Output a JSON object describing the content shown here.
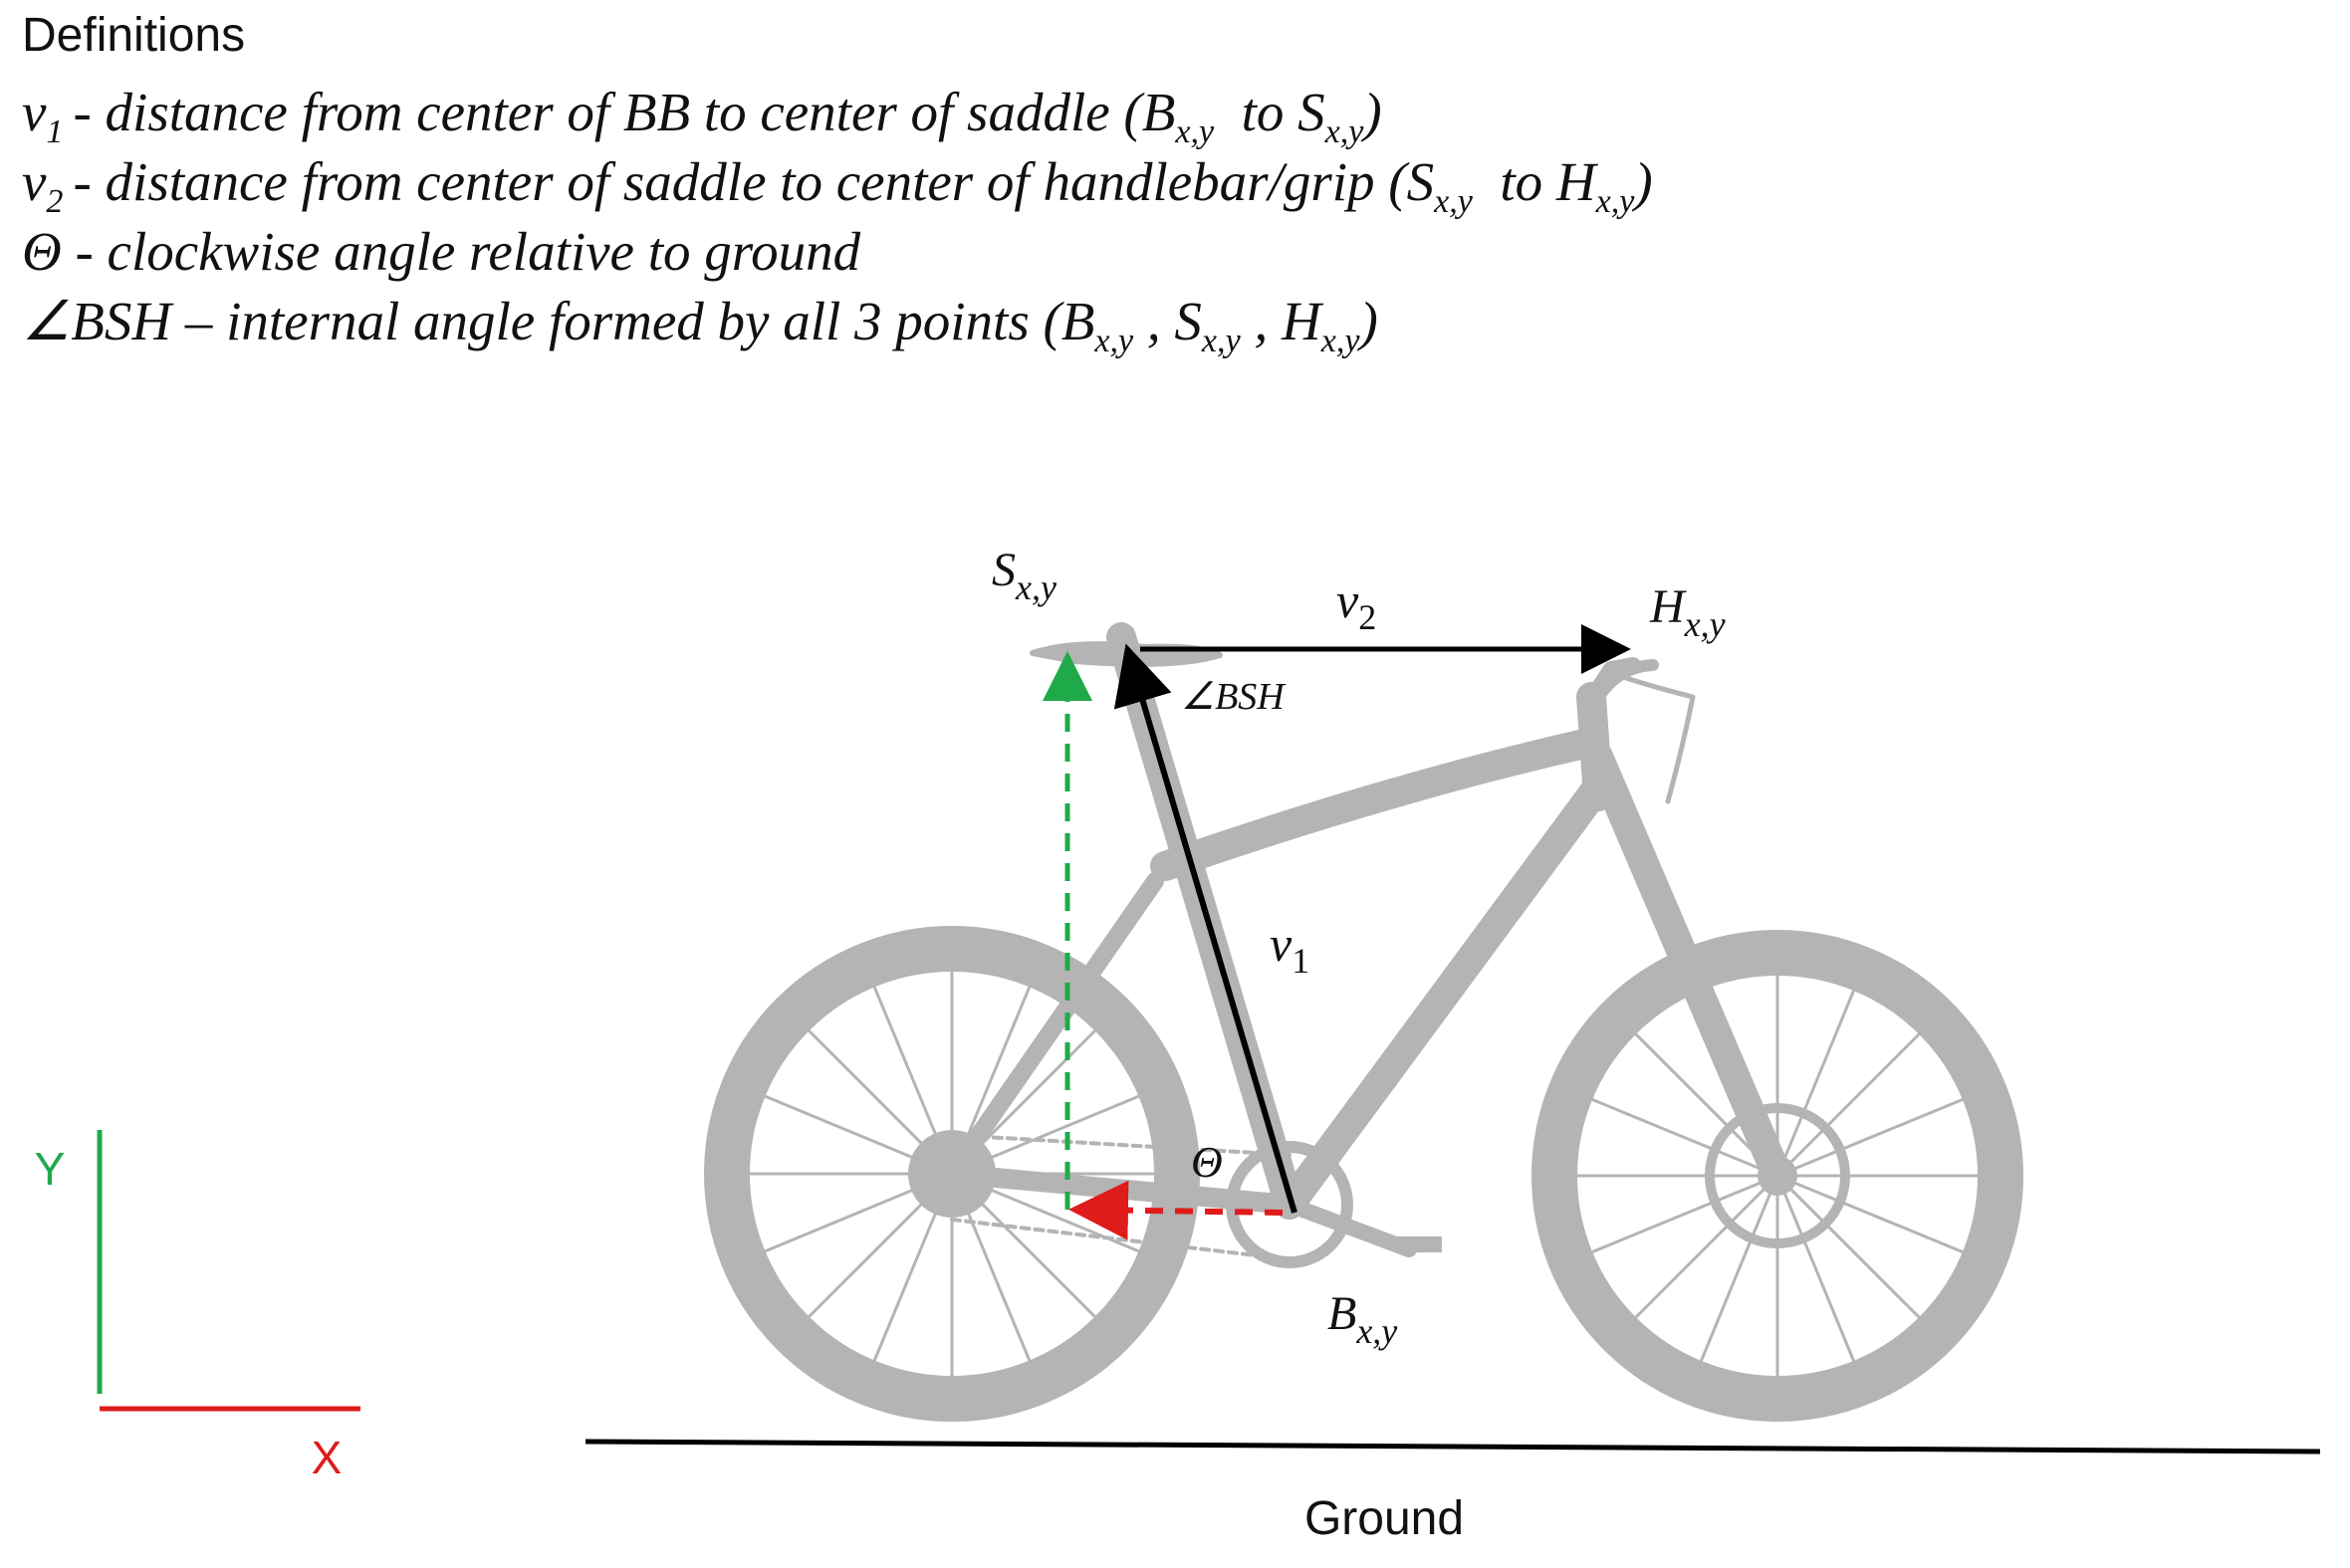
{
  "definitions": {
    "title": "Definitions",
    "rows": [
      {
        "symbol": "v",
        "sub": "1",
        "text": "- distance from center of BB to center of saddle (B",
        "p1": "x,y",
        "mid": "to S",
        "p2": "x,y",
        "end": ")"
      },
      {
        "symbol": "v",
        "sub": "2",
        "text": "- distance from center of saddle to center of handlebar/grip (S",
        "p1": "x,y",
        "mid": "to H",
        "p2": "x,y",
        "end": ")"
      },
      {
        "text": "Θ -  clockwise angle relative to ground"
      },
      {
        "text": "∠BSH – internal angle formed by all 3 points (B",
        "p1": "x,y",
        "mid": ", S",
        "p2": "x,y",
        "mid2": ", H",
        "p3": "x,y",
        "end": ")"
      }
    ]
  },
  "diagram": {
    "saddle_point": {
      "base": "S",
      "sub": "x,y"
    },
    "handlebar_point": {
      "base": "H",
      "sub": "x,y"
    },
    "bb_point": {
      "base": "B",
      "sub": "x,y"
    },
    "v1_label": {
      "base": "v",
      "sub": "1"
    },
    "v2_label": {
      "base": "v",
      "sub": "2"
    },
    "angle_bsh_label": "∠BSH",
    "theta_label": "Θ",
    "ground_label": "Ground",
    "axis_y_label": "Y",
    "axis_x_label": "X",
    "colors": {
      "bike": "#b4b4b4",
      "vector": "#000000",
      "vertical_component": "#1faa4a",
      "horizontal_component": "#e01b1b",
      "axis_y": "#1faa4a",
      "axis_x": "#e01b1b"
    }
  }
}
